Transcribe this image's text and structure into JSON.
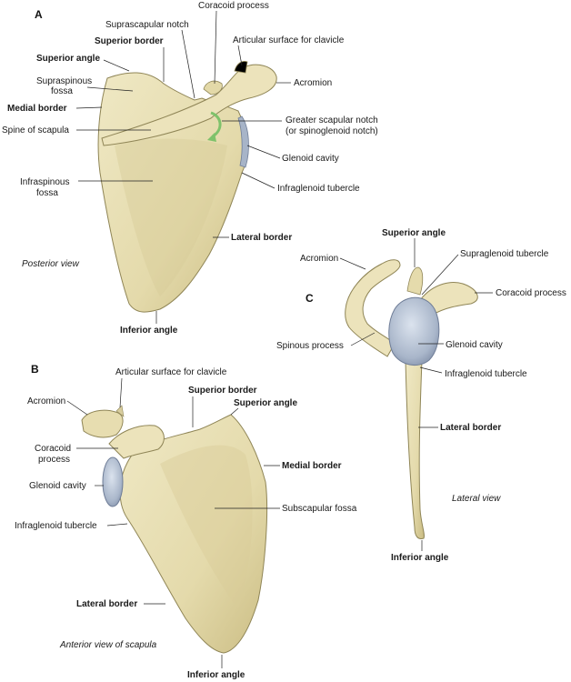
{
  "panels": {
    "a": {
      "letter": "A",
      "view": "Posterior view",
      "labels": {
        "coracoid_process": "Coracoid process",
        "suprascapular_notch": "Suprascapular notch",
        "superior_border": "Superior border",
        "articular_surface": "Articular surface for clavicle",
        "superior_angle": "Superior angle",
        "supraspinous_1": "Supraspinous",
        "supraspinous_2": "fossa",
        "acromion": "Acromion",
        "medial_border": "Medial border",
        "spine": "Spine of scapula",
        "greater_notch_1": "Greater scapular notch",
        "greater_notch_2": "(or spinoglenoid notch)",
        "glenoid": "Glenoid cavity",
        "infraspinous_1": "Infraspinous",
        "infraspinous_2": "fossa",
        "infraglenoid": "Infraglenoid tubercle",
        "lateral_border": "Lateral border",
        "inferior_angle": "Inferior angle"
      }
    },
    "b": {
      "letter": "B",
      "view": "Anterior view of scapula",
      "labels": {
        "articular_surface": "Articular surface for clavicle",
        "acromion": "Acromion",
        "superior_border": "Superior border",
        "superior_angle": "Superior angle",
        "coracoid_1": "Coracoid",
        "coracoid_2": "process",
        "medial_border": "Medial border",
        "glenoid": "Glenoid cavity",
        "subscapular": "Subscapular fossa",
        "infraglenoid": "Infraglenoid tubercle",
        "lateral_border": "Lateral border",
        "inferior_angle": "Inferior angle"
      }
    },
    "c": {
      "letter": "C",
      "view": "Lateral view",
      "labels": {
        "superior_angle": "Superior angle",
        "acromion": "Acromion",
        "supraglenoid": "Supraglenoid tubercle",
        "coracoid": "Coracoid process",
        "spinous": "Spinous process",
        "glenoid": "Glenoid cavity",
        "infraglenoid": "Infraglenoid tubercle",
        "lateral_border": "Lateral border",
        "inferior_angle": "Inferior angle"
      }
    }
  },
  "colors": {
    "bone": "#e9e1b8",
    "bone_dark": "#c9bd86",
    "bone_edge": "#8f8556",
    "cartilage": "#a7b4c8",
    "arrow": "#7fc26b"
  }
}
